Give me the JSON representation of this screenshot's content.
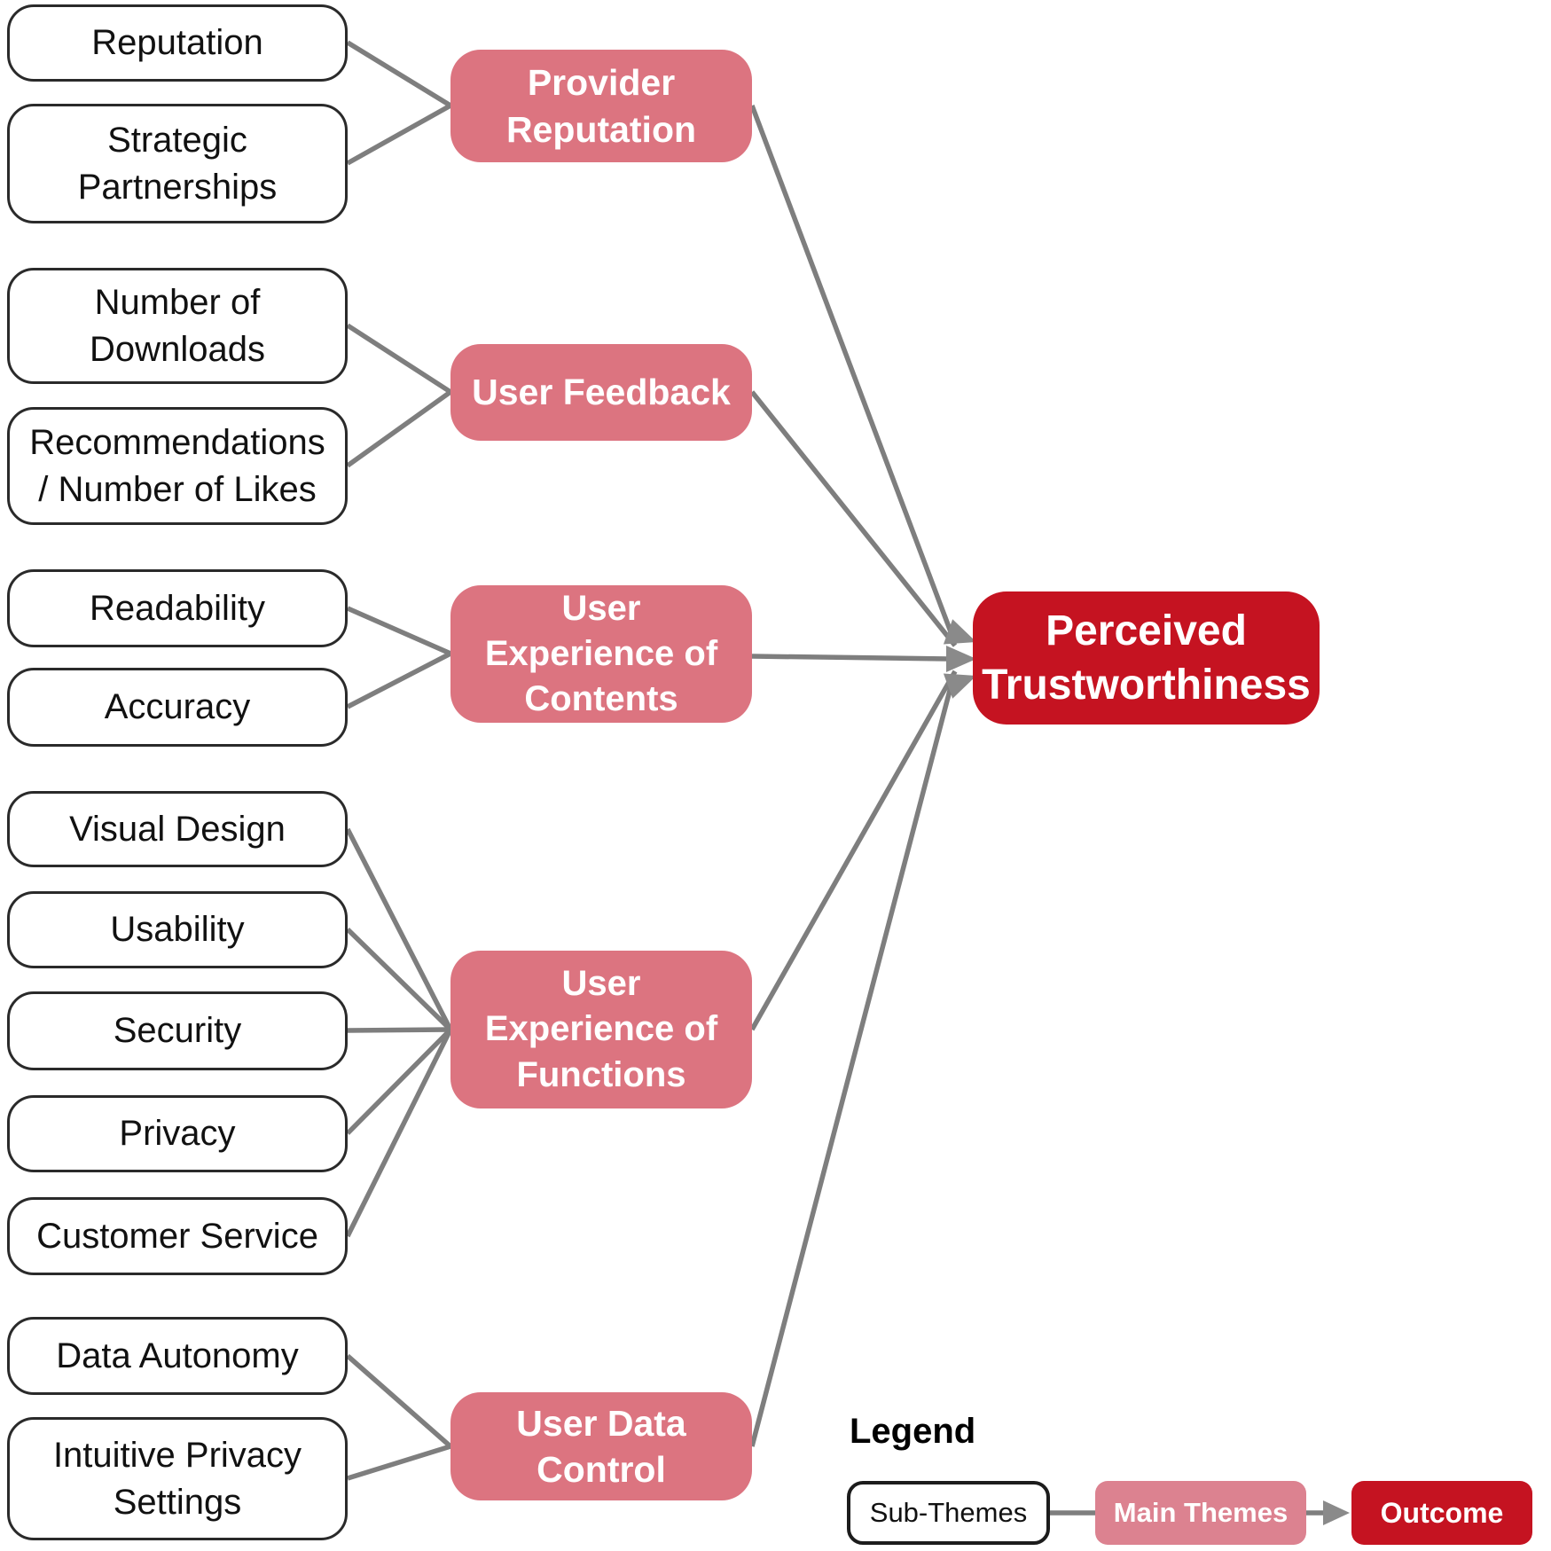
{
  "colors": {
    "main_theme": "#dc7480",
    "legend_main": "#dc8290",
    "outcome": "#c51321",
    "line": "#7e7e7e",
    "arrow": "#8a8a8a",
    "box_border": "#2a2a2a",
    "text_dark": "#111111",
    "text_light": "#ffffff"
  },
  "sub_themes": [
    {
      "label": "Reputation"
    },
    {
      "label": "Strategic\nPartnerships"
    },
    {
      "label": "Number of\nDownloads"
    },
    {
      "label": "Recommendations\n/ Number of Likes"
    },
    {
      "label": "Readability"
    },
    {
      "label": "Accuracy"
    },
    {
      "label": "Visual Design"
    },
    {
      "label": "Usability"
    },
    {
      "label": "Security"
    },
    {
      "label": "Privacy"
    },
    {
      "label": "Customer Service"
    },
    {
      "label": "Data Autonomy"
    },
    {
      "label": "Intuitive Privacy\nSettings"
    }
  ],
  "main_themes": [
    {
      "label": "Provider\nReputation"
    },
    {
      "label": "User Feedback"
    },
    {
      "label": "User\nExperience of\nContents"
    },
    {
      "label": "User\nExperience of\nFunctions"
    },
    {
      "label": "User Data\nControl"
    }
  ],
  "outcome": {
    "label": "Perceived\nTrustworthiness"
  },
  "legend": {
    "title": "Legend",
    "sub_label": "Sub-Themes",
    "main_label": "Main Themes",
    "outcome_label": "Outcome"
  }
}
